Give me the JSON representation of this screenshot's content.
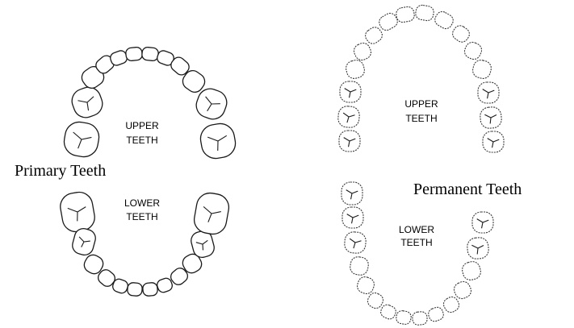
{
  "primary": {
    "caption": "Primary Teeth",
    "upper": {
      "line1": "UPPER",
      "line2": "TEETH"
    },
    "lower": {
      "line1": "LOWER",
      "line2": "TEETH"
    }
  },
  "permanent": {
    "caption": "Permanent Teeth",
    "upper": {
      "line1": "UPPER",
      "line2": "TEETH"
    },
    "lower": {
      "line1": "LOWER",
      "line2": "TEETH"
    }
  },
  "colors": {
    "outline": "#1a1a1a",
    "background": "#ffffff"
  }
}
